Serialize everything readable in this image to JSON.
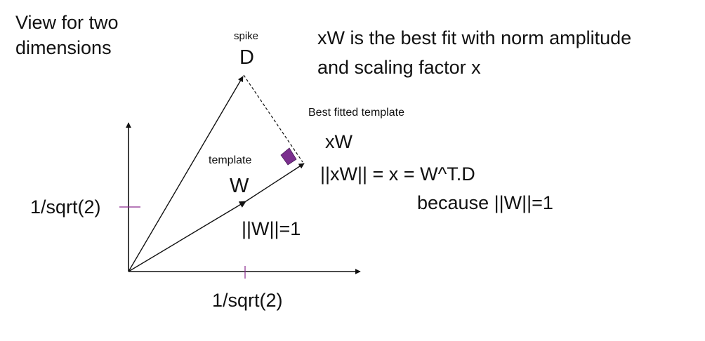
{
  "heading": {
    "line1": "View for two",
    "line2": "dimensions"
  },
  "note": {
    "line1": "xW is the best fit with norm amplitude",
    "line2": "and scaling factor x"
  },
  "labels": {
    "spike": "spike",
    "d": "D",
    "best_fitted": "Best fitted template",
    "xw": "xW",
    "template": "template",
    "w": "W",
    "w_norm": "||W||=1",
    "y_tick": "1/sqrt(2)",
    "x_tick": "1/sqrt(2)",
    "equation": "||xW|| = x = W^T.D",
    "because": "because ||W||=1"
  },
  "colors": {
    "axis": "#111111",
    "tick": "#8a2b8f",
    "right_angle_fill": "#7b2f8e"
  }
}
